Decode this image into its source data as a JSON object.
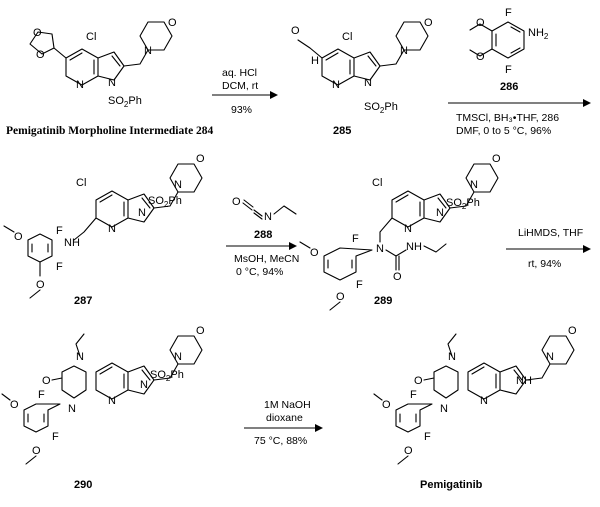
{
  "scheme": {
    "compounds": {
      "c284": {
        "label": "Pemigatinib Morpholine Intermediate 284"
      },
      "c285": {
        "label": "285"
      },
      "c286": {
        "label": "286"
      },
      "c287": {
        "label": "287"
      },
      "c288": {
        "label": "288"
      },
      "c289": {
        "label": "289"
      },
      "c290": {
        "label": "290"
      },
      "final": {
        "label": "Pemigatinib"
      }
    },
    "atoms": {
      "cl": "Cl",
      "n": "N",
      "o": "O",
      "h": "H",
      "f": "F",
      "nh": "NH",
      "so2ph_a": "SO",
      "so2ph_b": "2",
      "so2ph_c": "Ph",
      "nh2_a": "NH",
      "nh2_b": "2"
    },
    "steps": {
      "s1": {
        "above1": "aq. HCl",
        "above2": "DCM, rt",
        "below": "93%"
      },
      "s2": {
        "above": "TMSCl, BH₃•THF, 286",
        "below": "DMF, 0 to 5 °C, 96%"
      },
      "s3": {
        "above": "288",
        "below1": "MsOH, MeCN",
        "below2": "0 °C, 94%"
      },
      "s4": {
        "above": "LiHMDS, THF",
        "below": "rt, 94%"
      },
      "s5": {
        "above1": "1M NaOH",
        "above2": "dioxane",
        "below": "75 °C, 88%"
      }
    }
  }
}
